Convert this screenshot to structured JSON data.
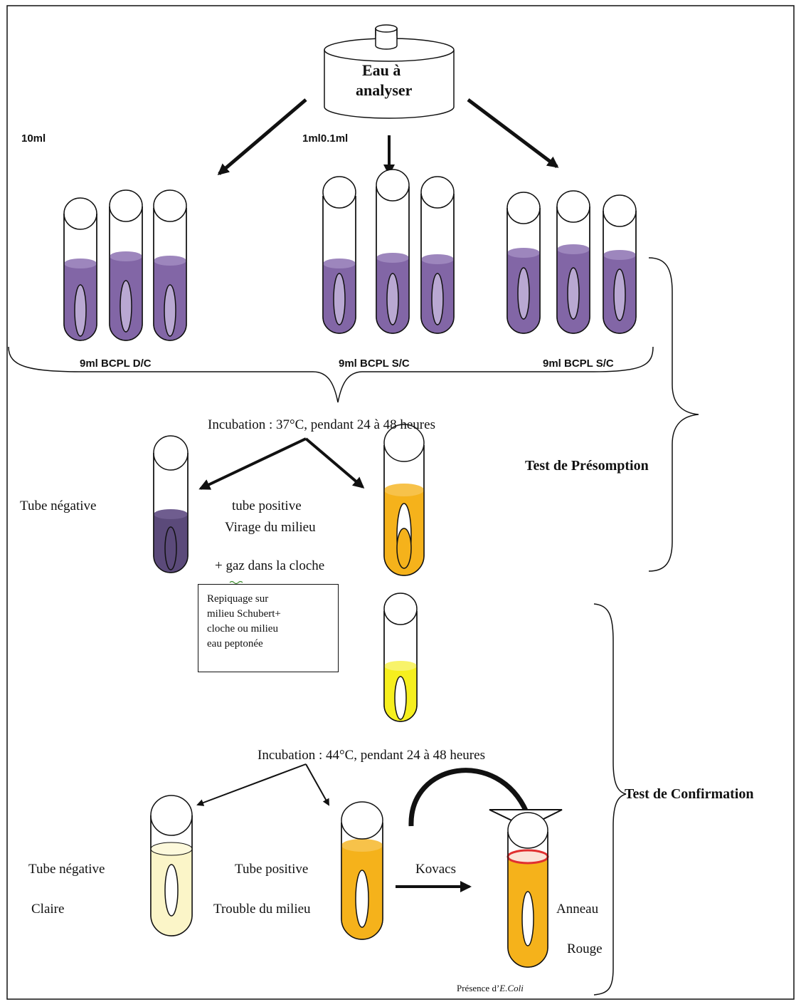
{
  "source": {
    "label_line1": "Eau à",
    "label_line2": "analyser"
  },
  "volumes": {
    "v10": "10ml",
    "v1_01": "1ml0.1ml"
  },
  "tube_groups": [
    {
      "label": "9ml BCPL D/C"
    },
    {
      "label": "9ml BCPL S/C"
    },
    {
      "label": "9ml BCPL S/C"
    }
  ],
  "presumption": {
    "incubation": "Incubation : 37°C, pendant 24 à 48 heures",
    "negative_label": "Tube négative",
    "positive_line1": "tube positive",
    "positive_line2": "Virage du milieu",
    "positive_line3": "+ gaz dans la cloche",
    "bracket_label": "Test de Présomption"
  },
  "subculture_box": "Repiquage sur\nmilieu Schubert+\ncloche ou milieu\neau peptonée",
  "confirmation": {
    "incubation": "Incubation : 44°C, pendant 24 à 48 heures",
    "negative_line1": "Tube négative",
    "negative_line2": "Claire",
    "positive_line1": "Tube positive",
    "positive_line2": "Trouble du milieu",
    "reagent": "Kovacs",
    "ring_line1": "Anneau",
    "ring_line2": "Rouge",
    "result": "Présence  d’",
    "result_species": "E.Coli",
    "bracket_label": "Test de Confirmation"
  },
  "colors": {
    "purple": "#8266a6",
    "purple_light": "#9d86bd",
    "dark_purple": "#5b4a7a",
    "orange": "#f5b21b",
    "yellow": "#f6ef1e",
    "pale_yellow": "#fbf5c8",
    "red_ring": "#e03030",
    "ink": "#111111"
  }
}
